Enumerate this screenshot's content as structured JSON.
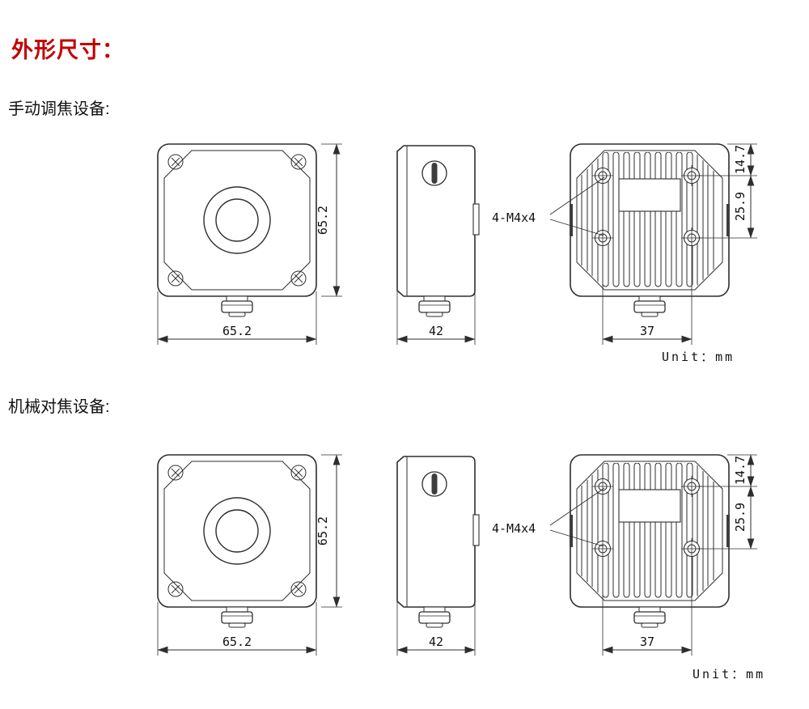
{
  "page": {
    "title": "外形尺寸：",
    "accent_color": "#c30000",
    "line_color": "#2e2e2e"
  },
  "sections": [
    {
      "label": "手动调焦设备:",
      "unit": "Unit：mm",
      "dims": {
        "front_height": "65.2",
        "front_width": "65.2",
        "side_width": "42",
        "screw_spec": "4-M4x4",
        "back_offset_top": "14.7",
        "back_screw_vspacing": "25.9",
        "back_screw_hspacing": "37"
      }
    },
    {
      "label": "机械对焦设备:",
      "unit": "Unit：mm",
      "dims": {
        "front_height": "65.2",
        "front_width": "65.2",
        "side_width": "42",
        "screw_spec": "4-M4x4",
        "back_offset_top": "14.7",
        "back_screw_vspacing": "25.9",
        "back_screw_hspacing": "37"
      }
    }
  ]
}
